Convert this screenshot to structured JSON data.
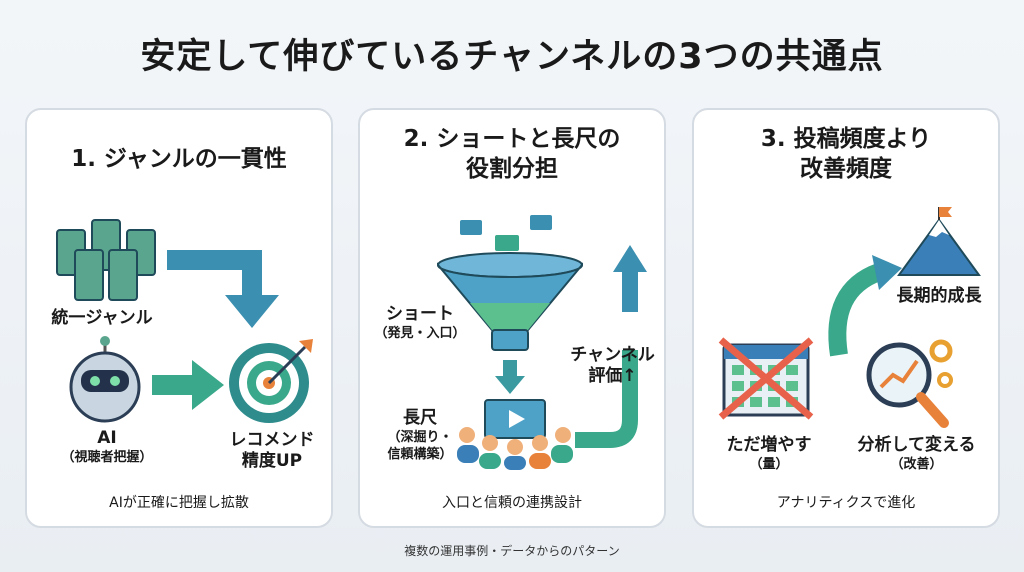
{
  "title": "安定して伸びているチャンネルの3つの共通点",
  "cards": [
    {
      "heading": "1. ジャンルの一貫性",
      "genre_label": "統一ジャンル",
      "ai_label": "AI",
      "ai_sub": "（視聴者把握）",
      "rec_label": "レコメンド",
      "rec_label2": "精度UP",
      "footer": "AIが正確に把握し拡散"
    },
    {
      "heading_line1": "2. ショートと長尺の",
      "heading_line2": "役割分担",
      "short_label": "ショート",
      "short_sub": "（発見・入口）",
      "long_label": "長尺",
      "long_sub1": "（深掘り・",
      "long_sub2": "信頼構築）",
      "channel_label": "チャンネル",
      "channel_label2": "評価↑",
      "footer": "入口と信頼の連携設計"
    },
    {
      "heading_line1": "3. 投稿頻度より",
      "heading_line2": "改善頻度",
      "growth_label": "長期的成長",
      "quantity_label": "ただ増やす",
      "quantity_sub": "（量）",
      "improve_label": "分析して変える",
      "improve_sub": "（改善）",
      "footer": "アナリティクスで進化"
    }
  ],
  "source": "複数の運用事例・データからのパターン",
  "colors": {
    "teal": "#3aa88a",
    "blue": "#3b7fb8",
    "orange": "#e8823a",
    "red": "#e8614a"
  }
}
